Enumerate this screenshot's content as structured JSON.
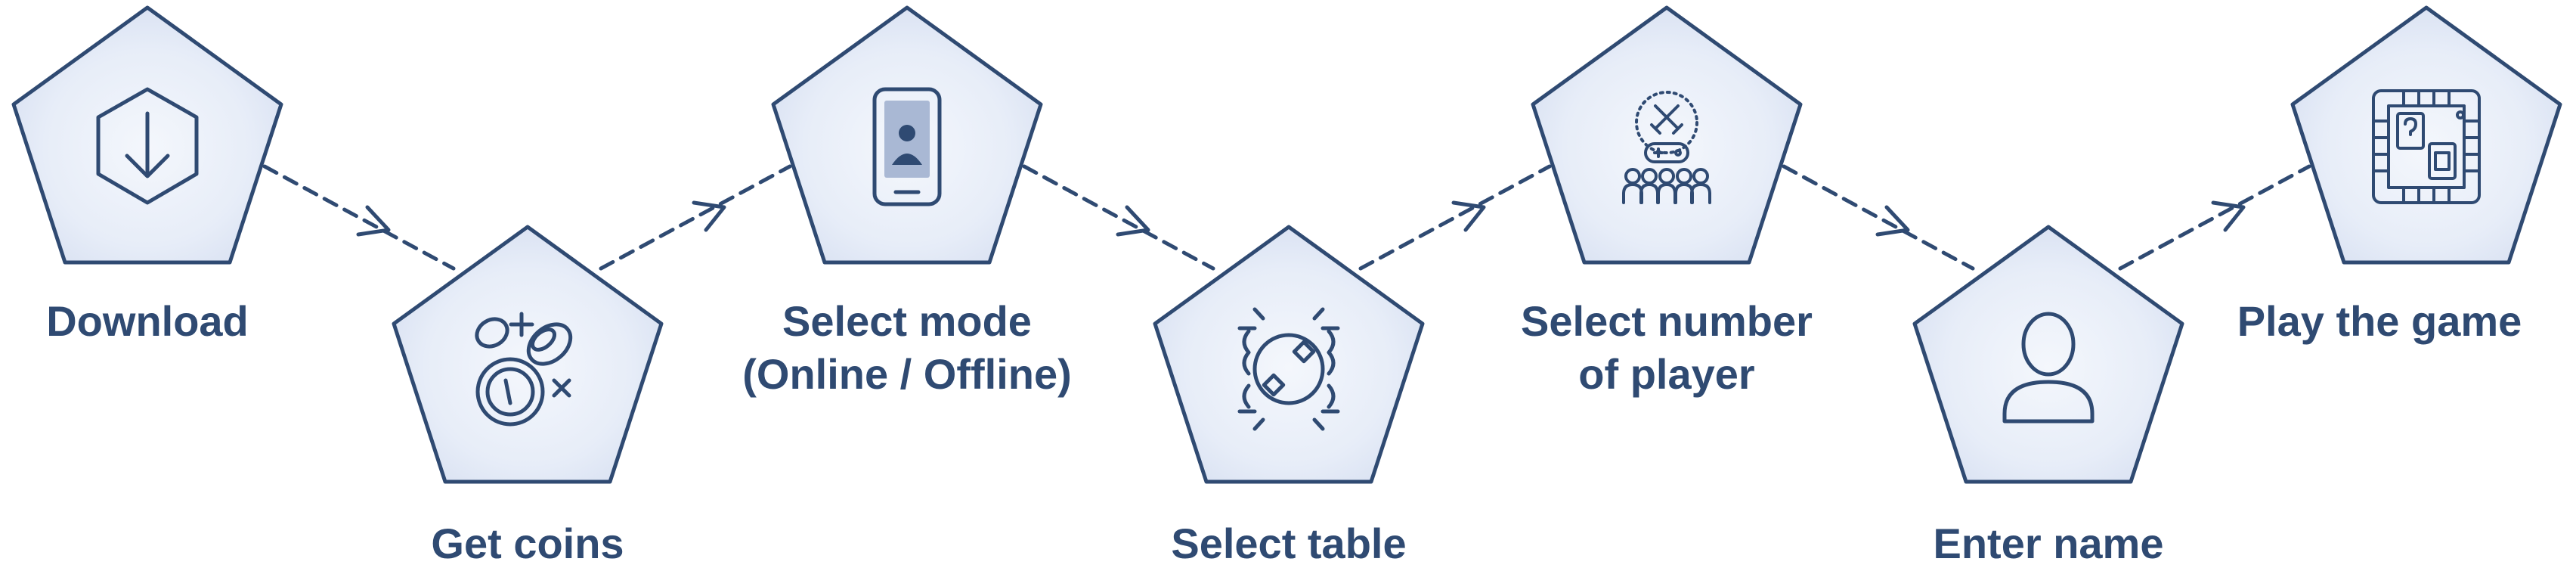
{
  "colors": {
    "stroke": "#2f4a72",
    "hex_outer": "#dfe6f4",
    "hex_inner": "#f2f5fb",
    "text": "#2f4a72"
  },
  "steps": [
    {
      "label": "Download",
      "icon": "download-icon"
    },
    {
      "label": "Get coins",
      "icon": "coins-icon"
    },
    {
      "label": "Select mode\n(Online / Offline)",
      "icon": "smartphone-icon"
    },
    {
      "label": "Select table",
      "icon": "game-table-icon"
    },
    {
      "label": "Select number\nof player",
      "icon": "multiplayer-icon"
    },
    {
      "label": "Enter name",
      "icon": "user-icon"
    },
    {
      "label": "Play the game",
      "icon": "board-game-icon"
    }
  ]
}
